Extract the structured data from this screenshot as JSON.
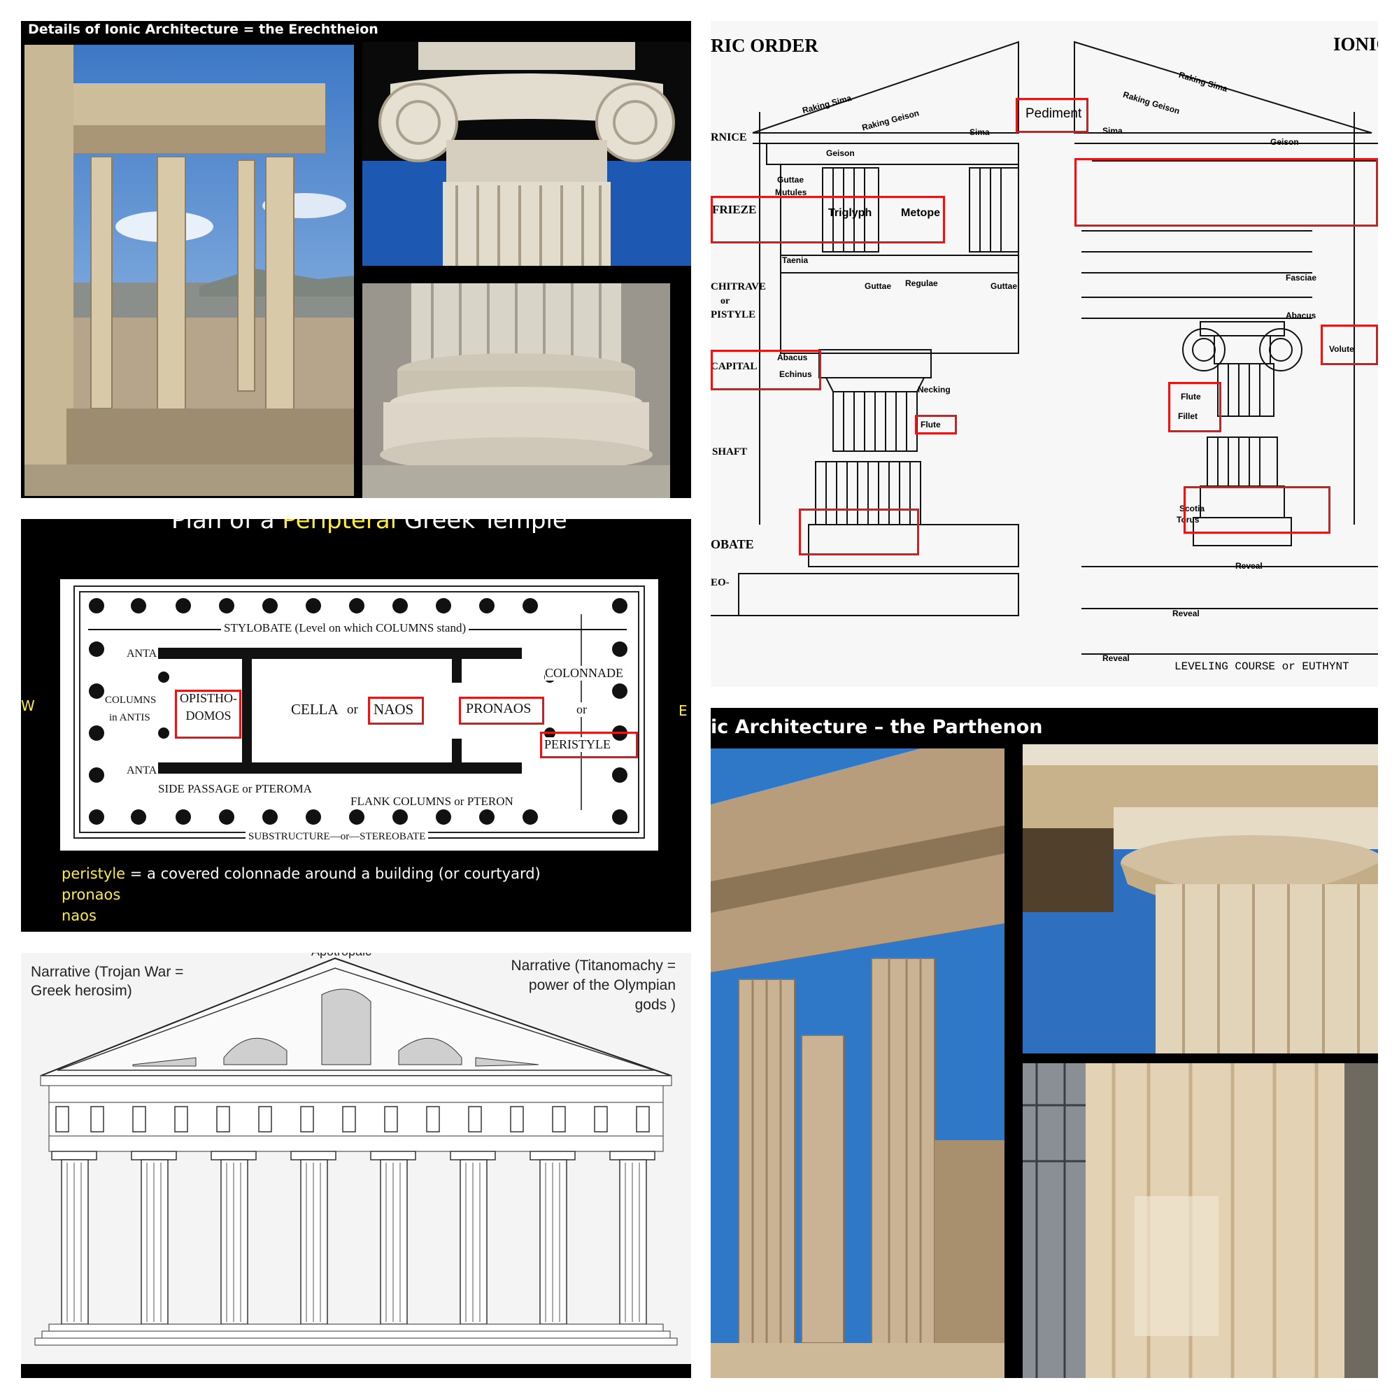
{
  "erechtheion": {
    "title": "Details of Ionic Architecture = the Erechtheion"
  },
  "plan": {
    "title_pre": "Plan of a ",
    "title_highlight": "Peripteral",
    "title_post": " Greek Temple",
    "west": "W",
    "east": "E",
    "stylobate": "STYLOBATE (Level on which COLUMNS stand)",
    "anta_top": "ANTA",
    "anta_bottom": "ANTA",
    "columns_in_antis_1": "COLUMNS",
    "columns_in_antis_2": "in ANTIS",
    "opisthodomos_1": "OPISTHO-",
    "opisthodomos_2": "DOMOS",
    "cella": "CELLA",
    "or_1": "or",
    "naos": "NAOS",
    "pronaos": "PRONAOS",
    "colonnade": "COLONNADE",
    "or_2": "or",
    "peristyle": "PERISTYLE",
    "side_passage": "SIDE PASSAGE or PTEROMA",
    "flank_columns": "FLANK COLUMNS or PTERON",
    "substructure": "SUBSTRUCTURE—or—STEREOBATE",
    "def_term": "peristyle",
    "def_text": " = a covered colonnade around a building (or courtyard)",
    "term_2": "pronaos",
    "term_3": "naos"
  },
  "pediment": {
    "left_note": "Narrative (Trojan War =\nGreek herosim)",
    "right_note": "Narrative (Titanomachy =\npower of the Olympian\ngods )",
    "top_cut": "Apotropaic"
  },
  "orders": {
    "doric_title": "RIC ORDER",
    "ionic_title": "IONIC",
    "labels": {
      "raking_sima_l": "Raking Sima",
      "raking_geison_l": "Raking Geison",
      "sima_l": "Sima",
      "geison_l": "Geison",
      "cornice": "RNICE",
      "guttae": "Guttae",
      "mutules": "Mutules",
      "frieze": "FRIEZE",
      "triglyph": "Triglyph",
      "metope": "Metope",
      "taenia": "Taenia",
      "guttae2": "Guttae",
      "regulae": "Regulae",
      "guttae3": "Guttae",
      "architrave_1": "CHITRAVE",
      "architrave_2": "or",
      "architrave_3": "PISTYLE",
      "capital": "CAPITAL",
      "abacus": "Abacus",
      "echinus": "Echinus",
      "necking": "Necking",
      "flute": "Flute",
      "shaft": "SHAFT",
      "stylobate": "OBATE",
      "stereo": "EO-",
      "pediment": "Pediment",
      "raking_sima_r": "Raking Sima",
      "raking_geison_r": "Raking Geison",
      "sima_r": "Sima",
      "geison_r": "Geison",
      "fasciae": "Fasciae",
      "abacus_r": "Abacus",
      "volute": "Volute",
      "flute_r": "Flute",
      "fillet": "Fillet",
      "scotia": "Scotia",
      "torus": "Torus",
      "reveal_1": "Reveal",
      "reveal_2": "Reveal",
      "reveal_3": "Reveal",
      "leveling": "LEVELING COURSE or EUTHYNT"
    }
  },
  "parthenon": {
    "title": "ic Architecture – the Parthenon"
  }
}
